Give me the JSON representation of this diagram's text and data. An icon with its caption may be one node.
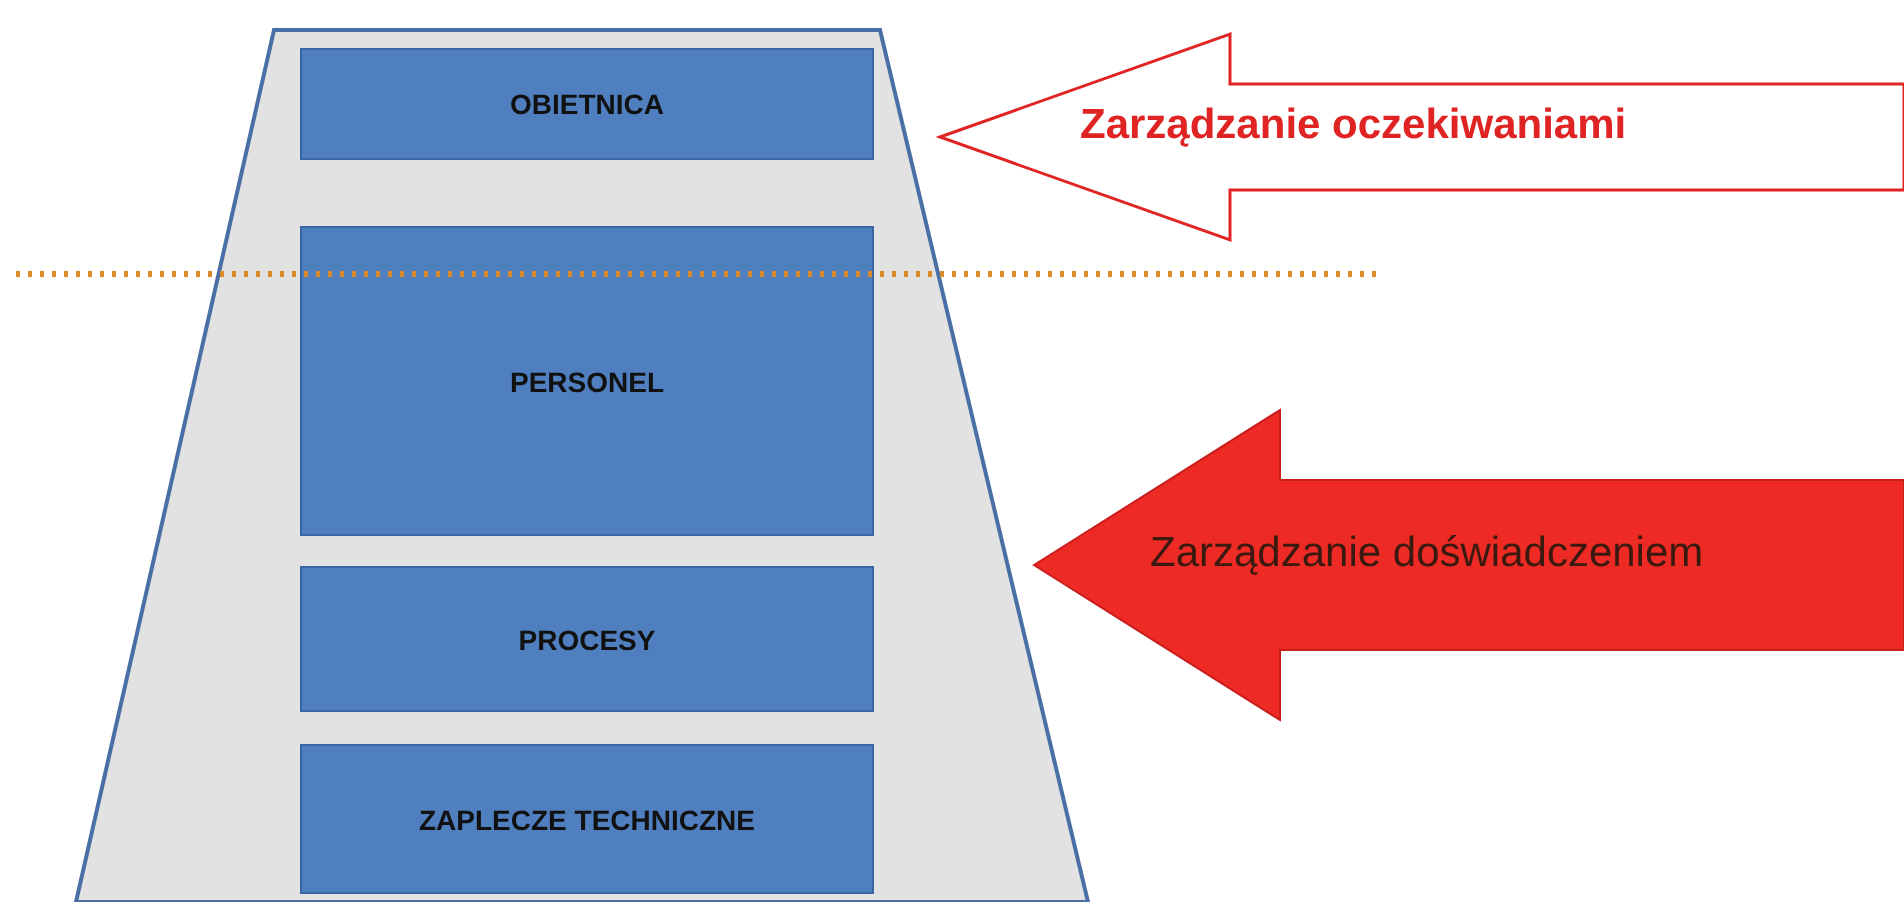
{
  "diagram": {
    "nodes": [
      {
        "text": [],
        "shape": "trapezoid"
      },
      {
        "text": [
          "OBIETNICA"
        ],
        "in": 0
      },
      {
        "text": [
          "PERSONEL"
        ],
        "in": 0
      },
      {
        "text": [
          "PROCESY"
        ],
        "in": 0
      },
      {
        "text": [
          "ZAPLECZE TECHNICZNE"
        ],
        "in": 0
      },
      {
        "text": [
          "Zarządzanie oczekiwaniami"
        ]
      },
      {
        "text": [
          "Zarządzanie doświadczeniem"
        ]
      }
    ],
    "edges": []
  }
}
